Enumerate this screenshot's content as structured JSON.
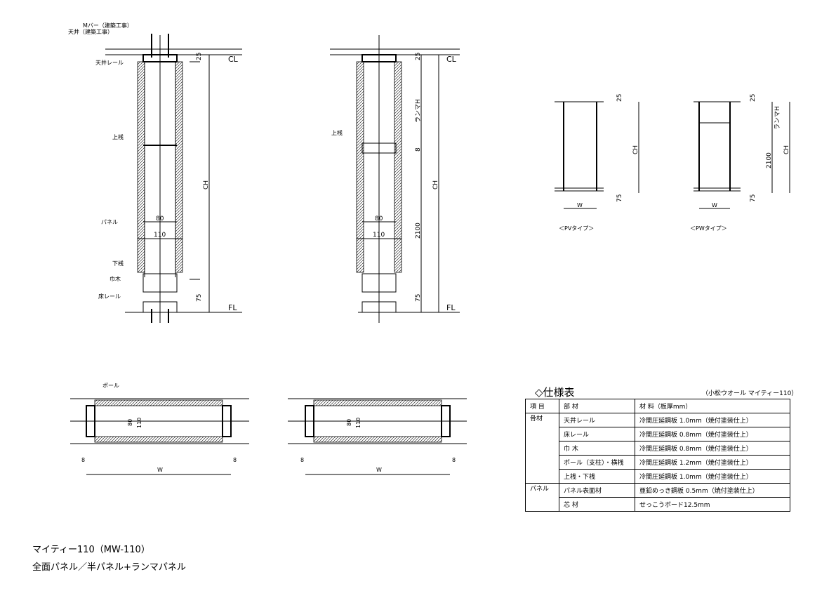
{
  "labels": {
    "mbar": "Mバー（建築工事）",
    "ceiling": "天井（建築工事）",
    "ceiling_rail": "天井レール",
    "upper_rail": "上桟",
    "panel": "パネル",
    "lower_rail": "下桟",
    "baseboard": "巾木",
    "floor_rail": "床レール",
    "pole": "ポール",
    "cl": "CL",
    "fl": "FL",
    "ch": "CH",
    "transom_h": "ランマH",
    "w": "W"
  },
  "dims": {
    "d25": "25",
    "d75": "75",
    "d80": "80",
    "d110": "110",
    "d2100": "2100",
    "d8": "8"
  },
  "types": {
    "pv": "＜PVタイプ＞",
    "pw": "＜PWタイプ＞"
  },
  "spec": {
    "title": "◇仕様表",
    "subtitle": "（小松ウオール マイティー110）",
    "headers": [
      "項 目",
      "部 材",
      "材 料（板厚mm）"
    ],
    "rows": [
      [
        "骨材",
        "天井レール",
        "冷間圧延鋼板 1.0mm（焼付塗装仕上）"
      ],
      [
        "",
        "床レール",
        "冷間圧延鋼板 0.8mm（焼付塗装仕上）"
      ],
      [
        "",
        "巾 木",
        "冷間圧延鋼板 0.8mm（焼付塗装仕上）"
      ],
      [
        "",
        "ポール（支柱）・横桟",
        "冷間圧延鋼板 1.2mm（焼付塗装仕上）"
      ],
      [
        "",
        "上桟・下桟",
        "冷間圧延鋼板 1.0mm（焼付塗装仕上）"
      ],
      [
        "パネル",
        "パネル表面材",
        "亜鉛めっき鋼板 0.5mm（焼付塗装仕上）"
      ],
      [
        "",
        "芯 材",
        "せっこうボード12.5mm"
      ]
    ]
  },
  "footer": {
    "line1": "マイティー110（MW-110）",
    "line2": "全面パネル／半パネル+ランマパネル"
  }
}
